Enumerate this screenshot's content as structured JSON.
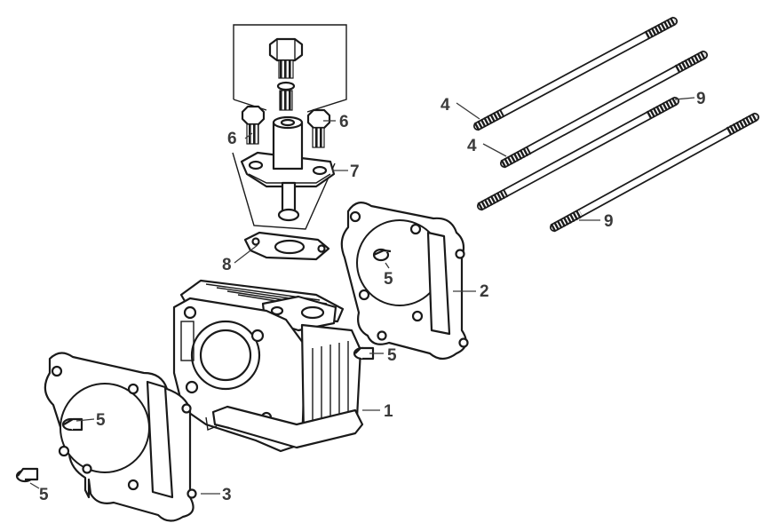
{
  "callouts": [
    {
      "id": "c1",
      "label": "1"
    },
    {
      "id": "c2",
      "label": "2"
    },
    {
      "id": "c3",
      "label": "3"
    },
    {
      "id": "c4a",
      "label": "4"
    },
    {
      "id": "c4b",
      "label": "4"
    },
    {
      "id": "c5a",
      "label": "5"
    },
    {
      "id": "c5b",
      "label": "5"
    },
    {
      "id": "c5c",
      "label": "5"
    },
    {
      "id": "c5d",
      "label": "5"
    },
    {
      "id": "c6a",
      "label": "6"
    },
    {
      "id": "c6b",
      "label": "6"
    },
    {
      "id": "c7",
      "label": "7"
    },
    {
      "id": "c8",
      "label": "8"
    },
    {
      "id": "c9a",
      "label": "9"
    },
    {
      "id": "c9b",
      "label": "9"
    }
  ],
  "colors": {
    "line": "#1a1a1a",
    "label": "#3a3a3a",
    "background": "#ffffff"
  }
}
